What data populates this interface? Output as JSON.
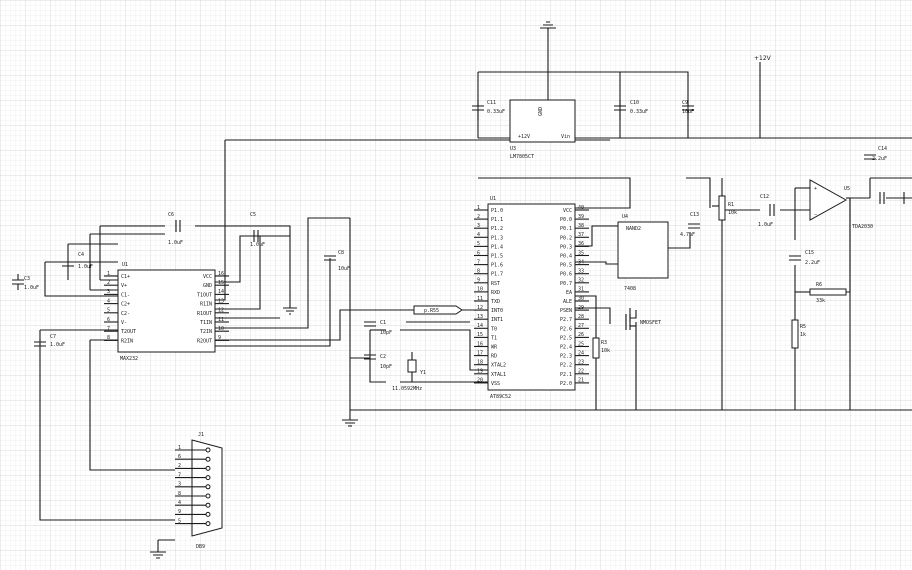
{
  "power": {
    "vcc_label": "+12V"
  },
  "regulator": {
    "ref": "U3",
    "part": "LM7805CT",
    "in_pin": "+12V",
    "out_pin": "Vin",
    "gnd_pin": "GND"
  },
  "caps": {
    "c11": {
      "ref": "C11",
      "value": "0.33uF"
    },
    "c10": {
      "ref": "C10",
      "value": "0.33uF"
    },
    "c9": {
      "ref": "C9",
      "value": "10uF"
    },
    "c3": {
      "ref": "C3",
      "value": "1.0uF"
    },
    "c4": {
      "ref": "C4",
      "value": "1.0uF"
    },
    "c5": {
      "ref": "C5",
      "value": "1.0uF"
    },
    "c6": {
      "ref": "C6",
      "value": "1.0uF"
    },
    "c7": {
      "ref": "C7",
      "value": "1.0uF"
    },
    "c8": {
      "ref": "C8",
      "value": "10uF"
    },
    "c1": {
      "ref": "C1",
      "value": "10pF"
    },
    "c2": {
      "ref": "C2",
      "value": "10pF"
    },
    "c12": {
      "ref": "C12",
      "value": "1.0uF"
    },
    "c13": {
      "ref": "C13",
      "value": "4.7uF"
    },
    "c14": {
      "ref": "C14",
      "value": "2.2uF"
    },
    "c15": {
      "ref": "C15",
      "value": "2.2uF"
    }
  },
  "max232": {
    "ref": "U1",
    "part": "MAX232",
    "left_pins": [
      {
        "num": "1",
        "name": "C1+"
      },
      {
        "num": "2",
        "name": "V+"
      },
      {
        "num": "3",
        "name": "C1-"
      },
      {
        "num": "4",
        "name": "C2+"
      },
      {
        "num": "5",
        "name": "C2-"
      },
      {
        "num": "6",
        "name": "V-"
      },
      {
        "num": "7",
        "name": "T2OUT"
      },
      {
        "num": "8",
        "name": "R2IN"
      }
    ],
    "right_pins": [
      {
        "num": "16",
        "name": "VCC"
      },
      {
        "num": "15",
        "name": "GND"
      },
      {
        "num": "14",
        "name": "T1OUT"
      },
      {
        "num": "13",
        "name": "R1IN"
      },
      {
        "num": "12",
        "name": "R1OUT"
      },
      {
        "num": "11",
        "name": "T1IN"
      },
      {
        "num": "10",
        "name": "T2IN"
      },
      {
        "num": "9",
        "name": "R2OUT"
      }
    ]
  },
  "mcu": {
    "ref": "U1",
    "part": "AT89C52",
    "left_pins": [
      {
        "num": "1",
        "name": "P1.0"
      },
      {
        "num": "2",
        "name": "P1.1"
      },
      {
        "num": "3",
        "name": "P1.2"
      },
      {
        "num": "4",
        "name": "P1.3"
      },
      {
        "num": "5",
        "name": "P1.4"
      },
      {
        "num": "6",
        "name": "P1.5"
      },
      {
        "num": "7",
        "name": "P1.6"
      },
      {
        "num": "8",
        "name": "P1.7"
      },
      {
        "num": "9",
        "name": "RST"
      },
      {
        "num": "10",
        "name": "RXD"
      },
      {
        "num": "11",
        "name": "TXD"
      },
      {
        "num": "12",
        "name": "INT0"
      },
      {
        "num": "13",
        "name": "INT1"
      },
      {
        "num": "14",
        "name": "T0"
      },
      {
        "num": "15",
        "name": "T1"
      },
      {
        "num": "16",
        "name": "WR"
      },
      {
        "num": "17",
        "name": "RD"
      },
      {
        "num": "18",
        "name": "XTAL2"
      },
      {
        "num": "19",
        "name": "XTAL1"
      },
      {
        "num": "20",
        "name": "VSS"
      }
    ],
    "right_pins": [
      {
        "num": "40",
        "name": "VCC"
      },
      {
        "num": "39",
        "name": "P0.0"
      },
      {
        "num": "38",
        "name": "P0.1"
      },
      {
        "num": "37",
        "name": "P0.2"
      },
      {
        "num": "36",
        "name": "P0.3"
      },
      {
        "num": "35",
        "name": "P0.4"
      },
      {
        "num": "34",
        "name": "P0.5"
      },
      {
        "num": "33",
        "name": "P0.6"
      },
      {
        "num": "32",
        "name": "P0.7"
      },
      {
        "num": "31",
        "name": "EA"
      },
      {
        "num": "30",
        "name": "ALE"
      },
      {
        "num": "29",
        "name": "PSEN"
      },
      {
        "num": "28",
        "name": "P2.7"
      },
      {
        "num": "27",
        "name": "P2.6"
      },
      {
        "num": "26",
        "name": "P2.5"
      },
      {
        "num": "25",
        "name": "P2.4"
      },
      {
        "num": "24",
        "name": "P2.3"
      },
      {
        "num": "23",
        "name": "P2.2"
      },
      {
        "num": "22",
        "name": "P2.1"
      },
      {
        "num": "21",
        "name": "P2.0"
      }
    ]
  },
  "flag": {
    "label": "p.R55"
  },
  "crystal": {
    "ref": "Y1",
    "value": "11.0592MHz"
  },
  "r3": {
    "ref": "R3",
    "value": "10k"
  },
  "gate": {
    "ref": "U4",
    "part": "7408",
    "title": "NAND2"
  },
  "mosfet": {
    "label": "NMOSFET"
  },
  "r1": {
    "ref": "R1",
    "value": "10k"
  },
  "r5": {
    "ref": "R5",
    "value": "1k"
  },
  "r6": {
    "ref": "R6",
    "value": "33k"
  },
  "opamp": {
    "ref": "U5",
    "part": "TDA2030"
  },
  "connector": {
    "ref": "J1",
    "part": "DB9",
    "pins": [
      "1",
      "6",
      "2",
      "7",
      "3",
      "8",
      "4",
      "9",
      "5"
    ]
  }
}
